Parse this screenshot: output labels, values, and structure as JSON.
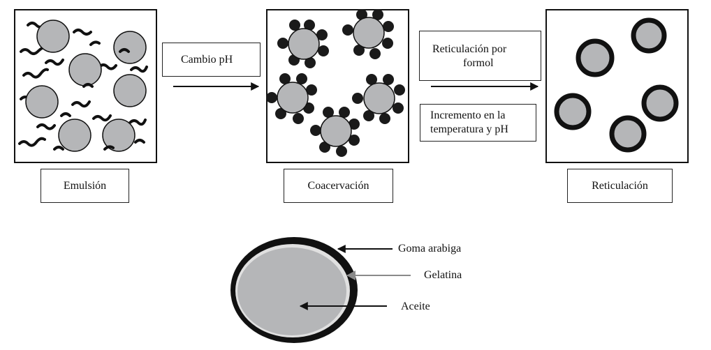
{
  "stages": {
    "emulsion": "Emulsión",
    "coacervation": "Coacervación",
    "crosslinking": "Reticulación"
  },
  "steps": {
    "ph_change": "Cambio pH",
    "formol_line1": "Reticulación por",
    "formol_line2": "formol",
    "temp_line1": "Incremento en la",
    "temp_line2": "temperatura y pH"
  },
  "legend": {
    "outer": "Goma arabiga",
    "middle": "Gelatina",
    "core": "Aceite"
  },
  "colors": {
    "droplet_fill": "#b5b6b8",
    "outline": "#1a1a1a",
    "gelatin_arrow": "#8a8a8a"
  }
}
